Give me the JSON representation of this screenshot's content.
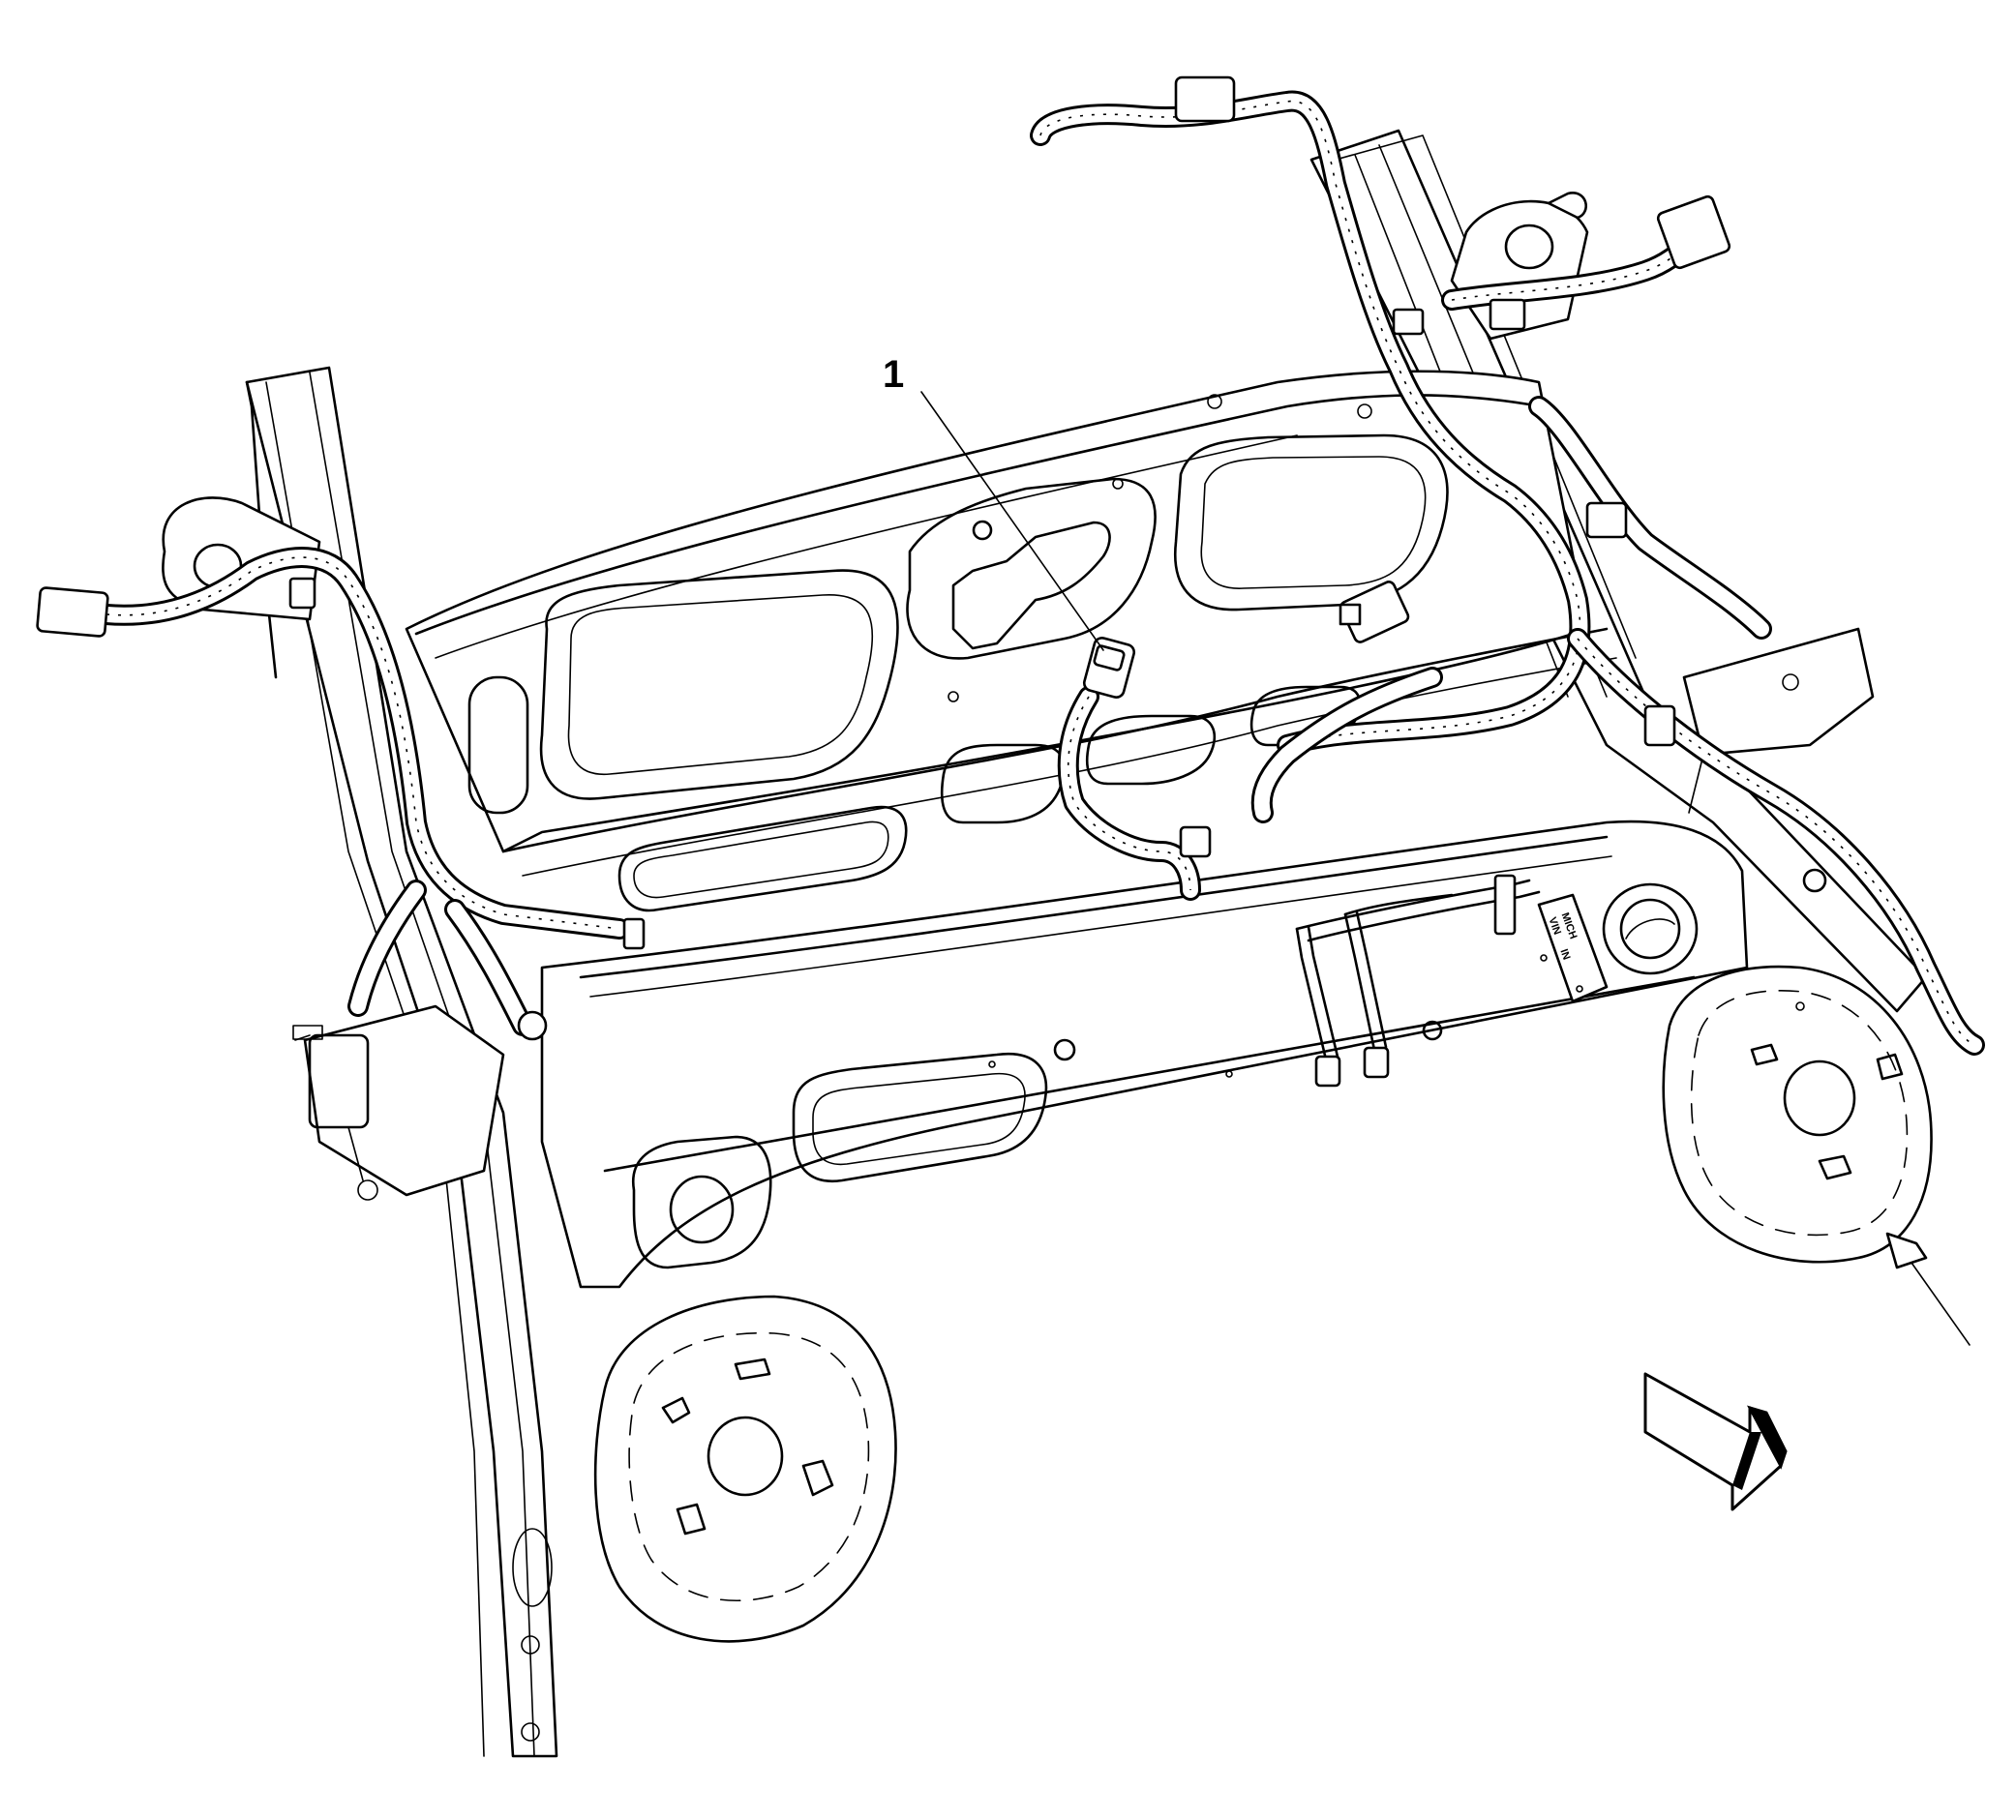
{
  "callouts": [
    {
      "label": "1"
    }
  ],
  "plate": {
    "lines": [
      "MICH",
      "VIN",
      "IN"
    ]
  },
  "icons": {
    "direction_arrow": "front-direction-arrow-icon"
  }
}
